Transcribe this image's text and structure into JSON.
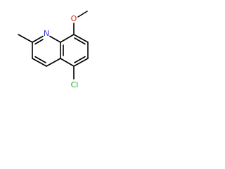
{
  "molecule": {
    "atoms": {
      "nitrogen": {
        "symbol": "N"
      },
      "oxygen": {
        "symbol": "O"
      },
      "chlorine": {
        "symbol": "Cl"
      }
    },
    "colors": {
      "bond": "#000000",
      "nitrogen": "#2e32d6",
      "oxygen": "#e0201b",
      "chlorine": "#16a82a",
      "background": "#ffffff"
    }
  }
}
